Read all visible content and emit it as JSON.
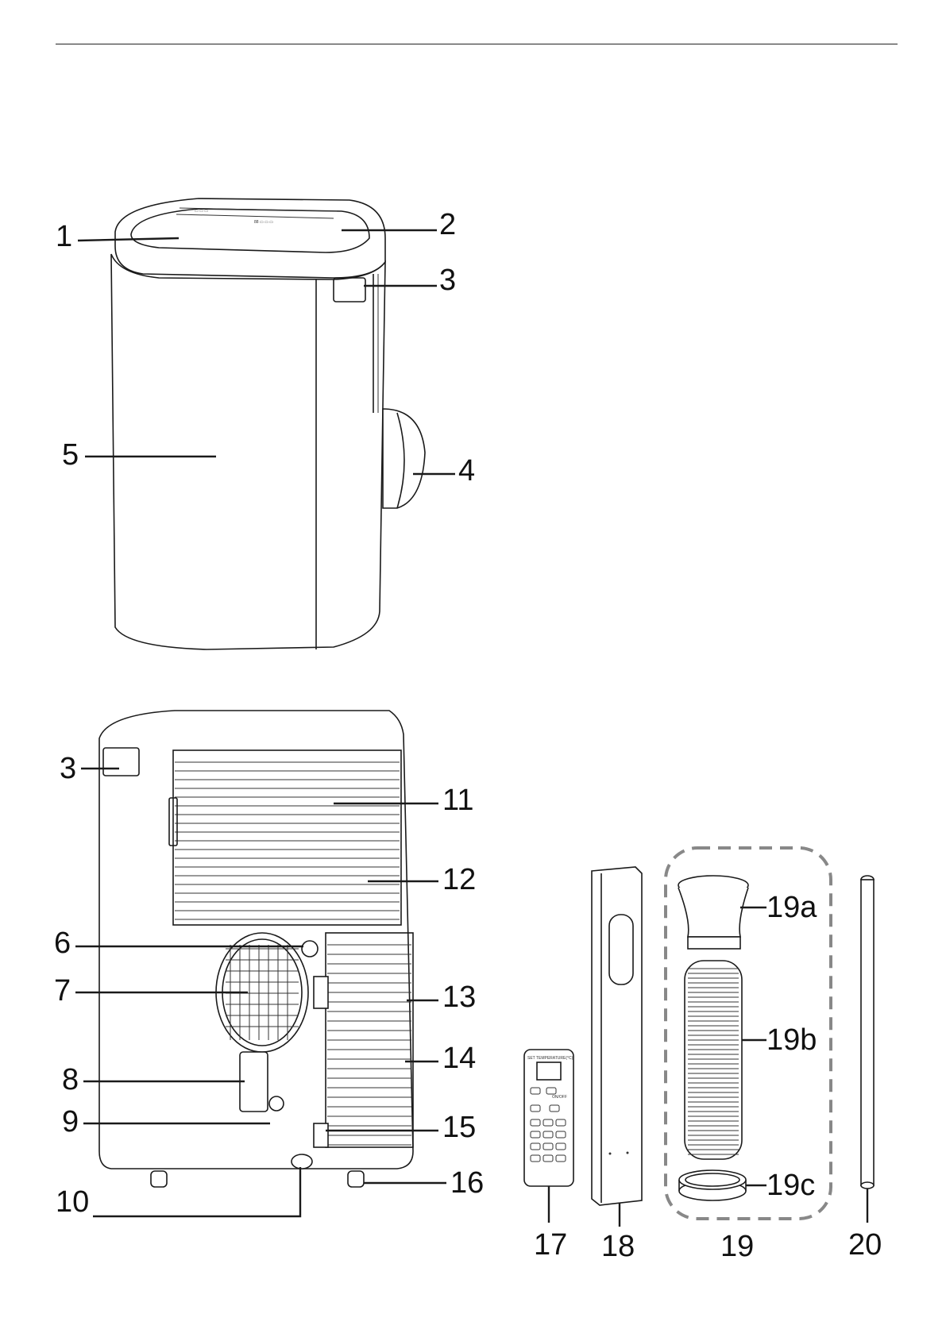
{
  "callouts": {
    "front": {
      "c1": "1",
      "c2": "2",
      "c3": "3",
      "c4": "4",
      "c5": "5"
    },
    "back": {
      "c3": "3",
      "c6": "6",
      "c7": "7",
      "c8": "8",
      "c9": "9",
      "c10": "10",
      "c11": "11",
      "c12": "12",
      "c13": "13",
      "c14": "14",
      "c15": "15",
      "c16": "16"
    },
    "accessories": {
      "c17": "17",
      "c18": "18",
      "c19": "19",
      "c19a": "19a",
      "c19b": "19b",
      "c19c": "19c",
      "c20": "20"
    }
  },
  "remote": {
    "display_label": "SET TEMPERATURE(°C)",
    "on_off_label": "ON/OFF"
  }
}
